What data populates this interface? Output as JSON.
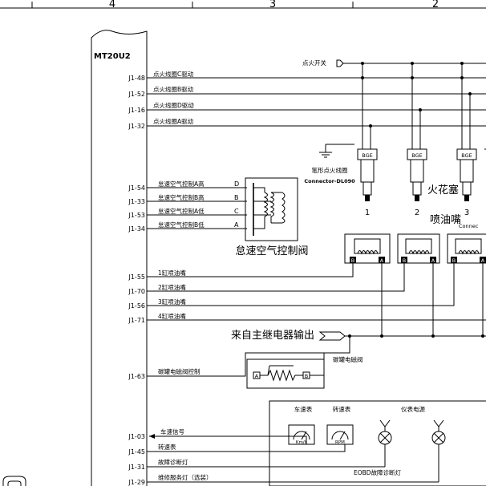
{
  "grid": {
    "columns": [
      "4",
      "3",
      "2"
    ]
  },
  "ecu": {
    "name": "MT20U2",
    "pins": [
      "J1-48",
      "J1-52",
      "J1-16",
      "J1-32",
      "J1-54",
      "J1-33",
      "J1-53",
      "J1-34",
      "J1-55",
      "J1-70",
      "J1-56",
      "J1-71",
      "J1-63",
      "J1-03",
      "J1-45",
      "J1-31",
      "J1-29"
    ]
  },
  "ignition": {
    "switch_label": "点火开关",
    "coil_signals": [
      "点火线圈C驱动",
      "点火线圈B驱动",
      "点火线圈D驱动",
      "点火线圈A驱动"
    ],
    "coil_caption": "笔形点火线圈",
    "coil_connector": "Connector-DL090",
    "coil_tag": "BGE",
    "coil_numbers": [
      "1",
      "2",
      "3"
    ],
    "spark_plug_label": "火花塞"
  },
  "idle": {
    "signals": [
      "怠速空气控制A高",
      "怠速空气控制B高",
      "怠速空气控制A低",
      "怠速空气控制B低"
    ],
    "letters": [
      "D",
      "B",
      "C",
      "A"
    ],
    "valve_label": "怠速空气控制阀"
  },
  "injectors": {
    "signals": [
      "1缸喷油嘴",
      "2缸喷油嘴",
      "3缸喷油嘴",
      "4缸喷油嘴"
    ],
    "label": "喷油嘴",
    "connector_partial": "Connec",
    "pin_b": "B",
    "pin_a": "A"
  },
  "relay": {
    "label": "来自主继电器输出"
  },
  "canister": {
    "signal": "碳罐电磁阀控制",
    "label": "碳罐电磁阀",
    "pin_a": "A",
    "pin_b": "B"
  },
  "instruments": {
    "speedometer_label": "车速表",
    "speedometer_unit": "Km/h",
    "tachometer_label": "转速表",
    "tachometer_unit": "RPM",
    "power_label": "仪表电源",
    "obd_lamp_label": "EOBD故障诊断灯",
    "signals": [
      "车速信号",
      "转速表",
      "故障诊断灯",
      "维修服务灯（选装）"
    ]
  }
}
